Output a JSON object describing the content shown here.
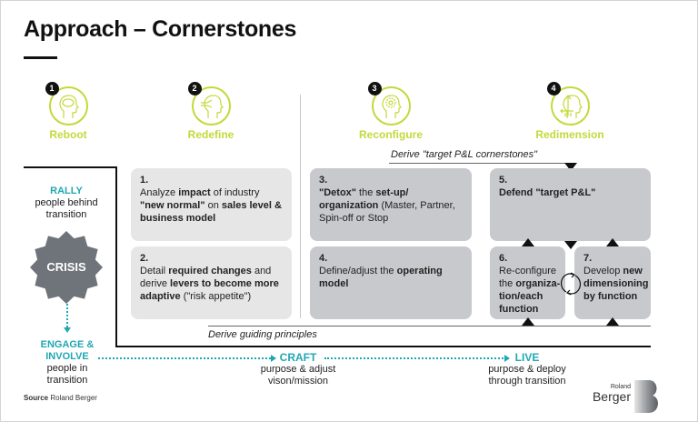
{
  "title": "Approach – Cornerstones",
  "phases": [
    {
      "num": "1",
      "label": "Reboot",
      "icon": "head-brain-icon"
    },
    {
      "num": "2",
      "label": "Redefine",
      "icon": "head-arrows-icon"
    },
    {
      "num": "3",
      "label": "Reconfigure",
      "icon": "head-gear-icon"
    },
    {
      "num": "4",
      "label": "Redimension",
      "icon": "head-scale-icon"
    }
  ],
  "notes": {
    "target_pl": "Derive \"target P&L cornerstones\"",
    "guiding": "Derive guiding principles"
  },
  "steps": [
    {
      "num": "1.",
      "parts": [
        [
          "Analyze ",
          false
        ],
        [
          "impact",
          true
        ],
        [
          " of industry ",
          false
        ],
        [
          "\"new normal\"",
          true
        ],
        [
          " on ",
          false
        ],
        [
          "sales level & business model",
          true
        ]
      ]
    },
    {
      "num": "2.",
      "parts": [
        [
          "Detail ",
          false
        ],
        [
          "required changes",
          true
        ],
        [
          " and derive ",
          false
        ],
        [
          "levers to become more adaptive",
          true
        ],
        [
          " (\"risk appetite\")",
          false
        ]
      ]
    },
    {
      "num": "3.",
      "parts": [
        [
          "\"Detox\"",
          true
        ],
        [
          " the ",
          false
        ],
        [
          "set-up/ organization",
          true
        ],
        [
          " (Master, Partner, Spin-off or Stop",
          false
        ]
      ]
    },
    {
      "num": "4.",
      "parts": [
        [
          "Define/adjust the ",
          false
        ],
        [
          "operating model",
          true
        ]
      ]
    },
    {
      "num": "5.",
      "parts": [
        [
          "Defend \"target P&L\"",
          true
        ]
      ]
    },
    {
      "num": "6.",
      "parts": [
        [
          "Re-configure the ",
          false
        ],
        [
          "organiza-tion/each function",
          true
        ]
      ]
    },
    {
      "num": "7.",
      "parts": [
        [
          "Develop ",
          false
        ],
        [
          "new dimensioning by function",
          true
        ]
      ]
    }
  ],
  "crisis": "CRISIS",
  "rally": {
    "title": "RALLY",
    "text": "people behind transition"
  },
  "engage": {
    "title": "ENGAGE & INVOLVE",
    "text": "people in transition"
  },
  "craft": {
    "title": "CRAFT",
    "text": "purpose & adjust vison/mission"
  },
  "live": {
    "title": "LIVE",
    "text": "purpose & deploy through transition"
  },
  "source": {
    "label": "Source",
    "text": "Roland Berger"
  },
  "logo": {
    "top": "Roland",
    "bottom": "Berger"
  },
  "colors": {
    "accent_green": "#c4d93a",
    "accent_teal": "#1fa8b3",
    "crisis_gray": "#6f747b"
  }
}
